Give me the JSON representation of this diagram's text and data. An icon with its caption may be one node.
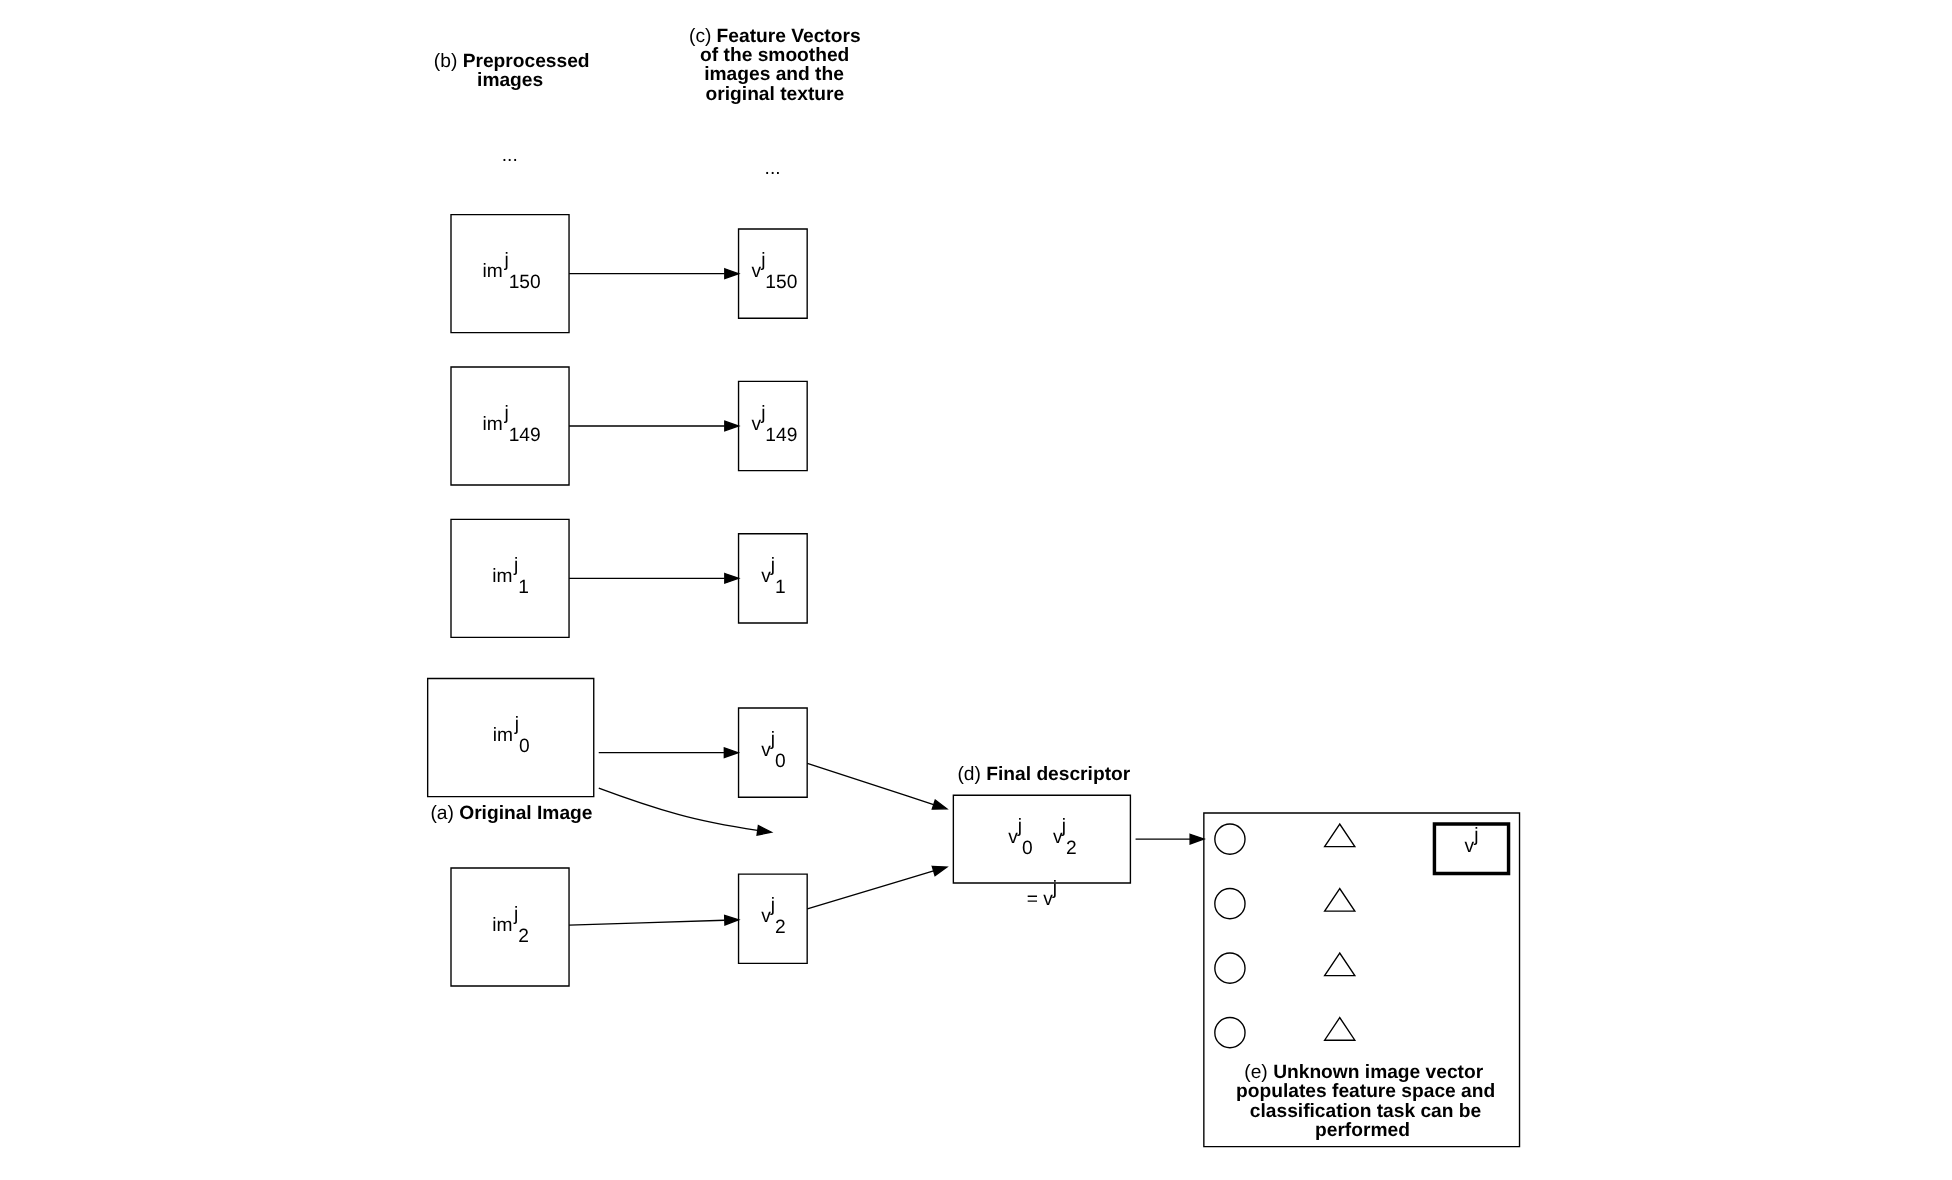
{
  "diagram": {
    "nodes": [
      {
        "text": [
          "im$^{j}$$_{0}$"
        ],
        "beside": [
          "(a) **Original Image**"
        ]
      },
      {
        "text": [
          "im$^{j}$$_{1}$"
        ]
      },
      {
        "text": [
          "im$^{j}$$_{2}$"
        ]
      },
      {
        "text": [
          "im$^{j}$$_{149}$"
        ]
      },
      {
        "text": [
          "im$^{j}$$_{150}$"
        ]
      },
      {
        "text": [
          "v$^{j}$$_{0}$"
        ]
      },
      {
        "text": [
          "v$^{j}$$_{1}$"
        ]
      },
      {
        "text": [
          "v$^{j}$$_{2}$"
        ]
      },
      {
        "text": [
          "v$^{j}$$_{149}$"
        ]
      },
      {
        "text": [
          "v$^{j}$$_{150}$"
        ]
      },
      {
        "text": [
          "v$^{j}$$_{0}$ v$^{j}$$_{2}$"
        ],
        "beside": [
          "(d) **Final descriptor**",
          "= v$^{j}$"
        ]
      },
      {
        "text": [],
        "shape": "box",
        "beside": [
          "(e) **Unknown image vector populates feature space and classification task can be performed**"
        ]
      },
      {
        "text": [],
        "shape": "circle",
        "in": 11
      },
      {
        "text": [],
        "shape": "circle",
        "in": 11
      },
      {
        "text": [],
        "shape": "circle",
        "in": 11
      },
      {
        "text": [],
        "shape": "circle",
        "in": 11
      },
      {
        "text": [],
        "shape": "triangle",
        "in": 11
      },
      {
        "text": [],
        "shape": "triangle",
        "in": 11
      },
      {
        "text": [],
        "shape": "triangle",
        "in": 11
      },
      {
        "text": [],
        "shape": "triangle",
        "in": 11
      },
      {
        "text": [
          "v$^{j}$"
        ],
        "in": 11
      }
    ],
    "edges": [
      {
        "from": 0,
        "to": 5,
        "arrow": "to"
      },
      {
        "from": 0,
        "to": null,
        "arrow": "to"
      },
      {
        "from": 1,
        "to": 6,
        "arrow": "to"
      },
      {
        "from": 2,
        "to": 7,
        "arrow": "to"
      },
      {
        "from": 3,
        "to": 8,
        "arrow": "to"
      },
      {
        "from": 4,
        "to": 9,
        "arrow": "to"
      },
      {
        "from": 5,
        "to": 10,
        "arrow": "to"
      },
      {
        "from": 7,
        "to": 10,
        "arrow": "to"
      },
      {
        "from": 10,
        "to": 11,
        "arrow": "to"
      }
    ],
    "labels": [
      "...",
      "...",
      "(b) **Preprocessed images**",
      "(c) **Feature Vectors of the smoothed images and the original texture**"
    ]
  }
}
